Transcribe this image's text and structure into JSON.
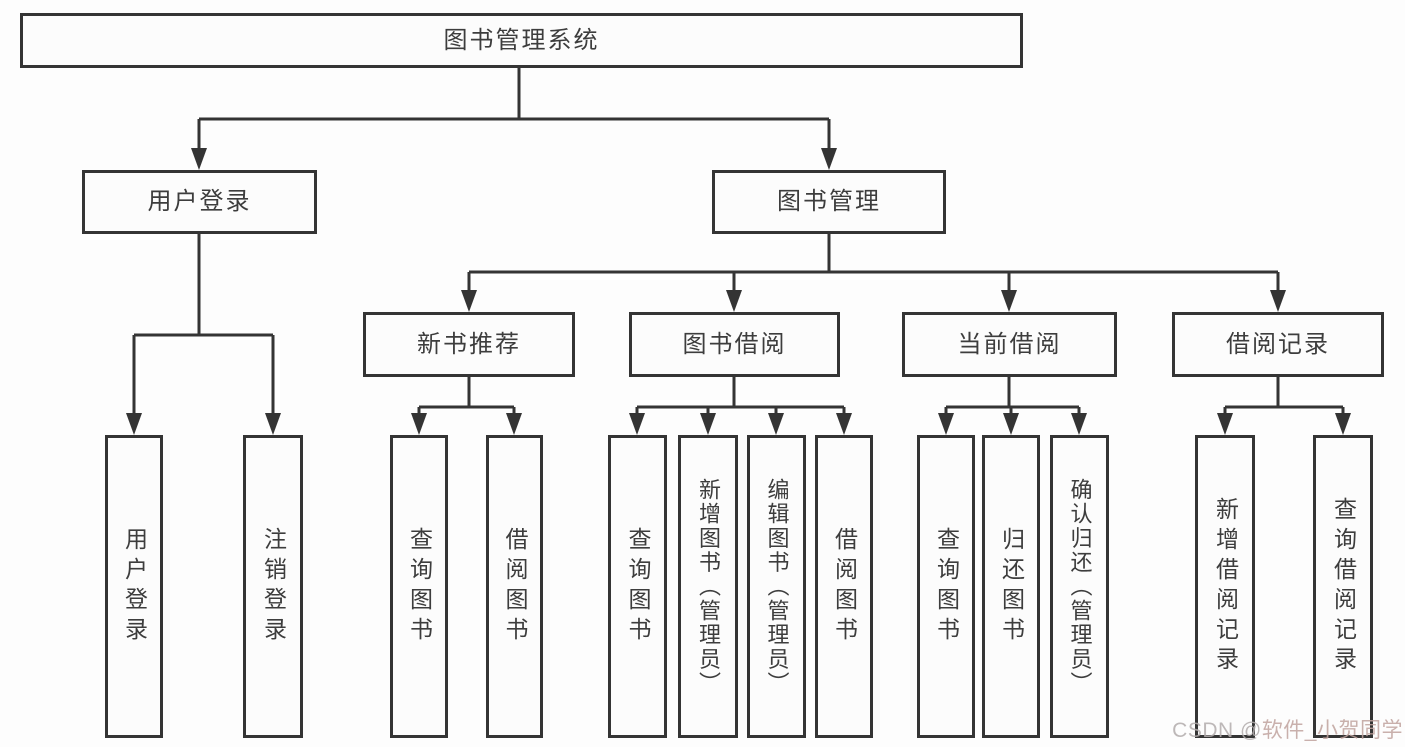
{
  "diagram": {
    "title": "图书管理系统",
    "branches": [
      {
        "label": "用户登录",
        "children": [
          {
            "label": "用户登录"
          },
          {
            "label": "注销登录"
          }
        ]
      },
      {
        "label": "图书管理",
        "children": [
          {
            "label": "新书推荐",
            "children": [
              {
                "label": "查询图书"
              },
              {
                "label": "借阅图书"
              }
            ]
          },
          {
            "label": "图书借阅",
            "children": [
              {
                "label": "查询图书"
              },
              {
                "label": "新增图书（管理员）"
              },
              {
                "label": "编辑图书（管理员）"
              },
              {
                "label": "借阅图书"
              }
            ]
          },
          {
            "label": "当前借阅",
            "children": [
              {
                "label": "查询图书"
              },
              {
                "label": "归还图书"
              },
              {
                "label": "确认归还（管理员）"
              }
            ]
          },
          {
            "label": "借阅记录",
            "children": [
              {
                "label": "新增借阅记录"
              },
              {
                "label": "查询借阅记录"
              }
            ]
          }
        ]
      }
    ]
  },
  "watermark": {
    "prefix": "CSDN @",
    "name": "软件_小贺同学"
  },
  "colors": {
    "line": "#343434",
    "text": "#3d3d3d",
    "box_background": "#fcfcfc",
    "page_background": "#fdfdfd",
    "watermark_gray": "#b3adad",
    "watermark_red": "#c0a39e"
  }
}
